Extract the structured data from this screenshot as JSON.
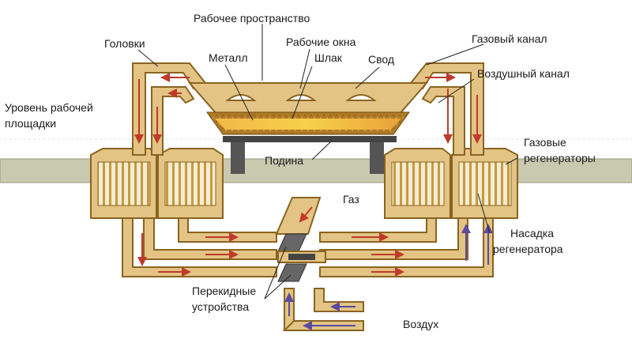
{
  "labels": {
    "working_space": "Рабочее пространство",
    "heads": "Головки",
    "working_windows": "Рабочие окна",
    "gas_channel": "Газовый канал",
    "metal": "Металл",
    "slag": "Шлак",
    "roof": "Свод",
    "air_channel": "Воздушный канал",
    "platform_level_1": "Уровень рабочей",
    "platform_level_2": "площадки",
    "hearth": "Подина",
    "gas_regenerators_1": "Газовые",
    "gas_regenerators_2": "регенераторы",
    "gas": "Газ",
    "checker_1": "Насадка",
    "checker_2": "регенератора",
    "reversing_1": "Перекидные",
    "reversing_2": "устройства",
    "air": "Воздух"
  },
  "colors": {
    "channel_fill": "#e3c485",
    "channel_stroke": "#8a6420",
    "ground": "#c9c9b0",
    "slag": "#c48b2a",
    "metal": "#f7a41c",
    "gas_flow": "#c0392b",
    "air_flow": "#5b4a9e",
    "regen_fill": "#f2e6c4"
  }
}
